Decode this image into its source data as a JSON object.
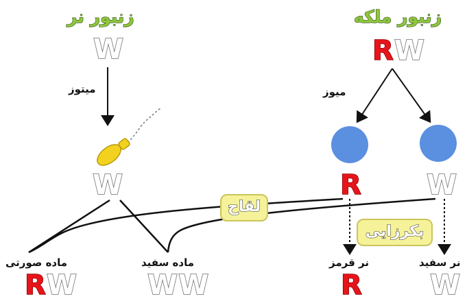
{
  "titles": {
    "male_bee": "زنبور نر",
    "queen_bee": "زنبور ملکه"
  },
  "process_labels": {
    "mitosis": "میتوز",
    "meiosis": "میوز",
    "fertilization": "لقاح",
    "parthenogenesis": "بکرزایی"
  },
  "genotypes": {
    "male_parent": [
      "W"
    ],
    "queen_parent": [
      "R",
      "W"
    ],
    "sperm": [
      "W"
    ],
    "egg_left": [
      "R"
    ],
    "egg_right": [
      "W"
    ],
    "pink_female": [
      "R",
      "W"
    ],
    "white_female": [
      "W",
      "W"
    ],
    "red_male": [
      "R"
    ],
    "white_male": [
      "W"
    ]
  },
  "offspring_labels": {
    "pink_female": "ماده صورتی",
    "white_female": "ماده سفید",
    "red_male": "نر قرمز",
    "white_male": "نر سفید"
  },
  "colors": {
    "red_allele": "#e8141b",
    "egg_blue": "#5b8fe0",
    "sperm_yellow": "#f2d21e",
    "title_green": "#8ec63f",
    "box_yellow": "#f6f29a"
  }
}
